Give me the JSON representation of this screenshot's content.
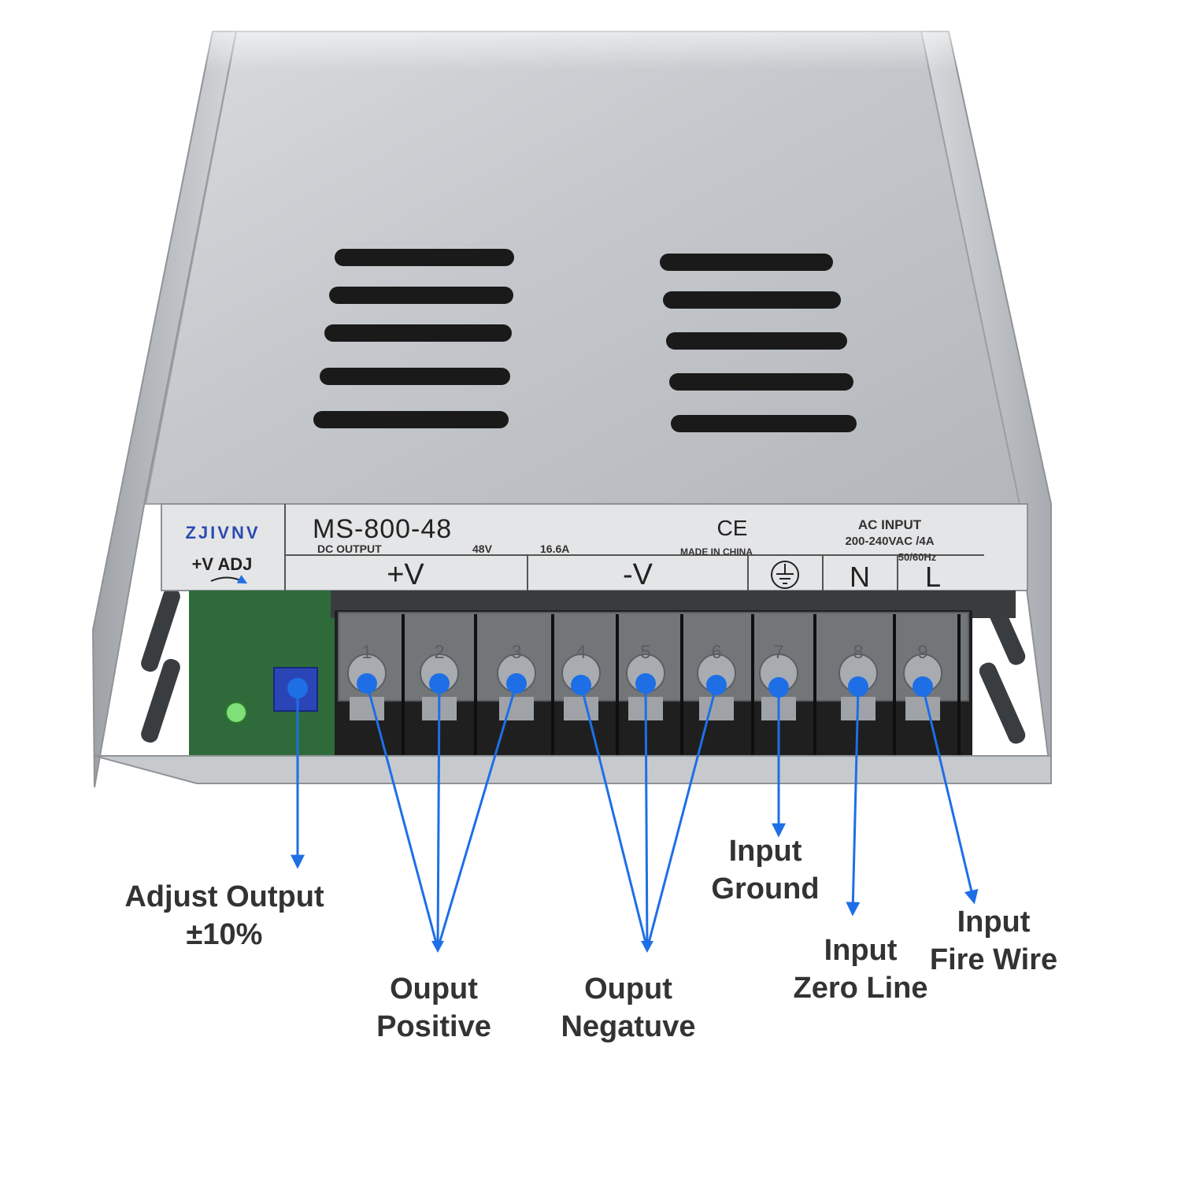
{
  "colors": {
    "accent": "#1e6fe6",
    "label_text": "#333333",
    "chassis": "#c9ccd1",
    "terminal_block": "#1f1f1f",
    "pcb": "#2f6b3a"
  },
  "label_plate": {
    "brand": "ZJIVNV",
    "model": "MS-800-48",
    "ce_mark": "CE",
    "dc_output": "DC  OUTPUT",
    "voltage": "48V",
    "current": "16.6A",
    "made_in": "MADE IN CHINA",
    "ac_input": "AC  INPUT",
    "input_range": "200-240VAC /4A",
    "frequency": "50/60Hz",
    "adj": "+V  ADJ",
    "pos_v": "+V",
    "neg_v": "-V",
    "ground_icon": "ground-icon",
    "n": "N",
    "l": "L"
  },
  "terminals": [
    "1",
    "2",
    "3",
    "4",
    "5",
    "6",
    "7",
    "8",
    "9"
  ],
  "callouts": {
    "adjust": {
      "line1": "Adjust Output",
      "line2": "±10%"
    },
    "positive": {
      "line1": "Ouput",
      "line2": "Positive"
    },
    "negative": {
      "line1": "Ouput",
      "line2": "Negatuve"
    },
    "ground": {
      "line1": "Input",
      "line2": "Ground"
    },
    "zero": {
      "line1": "Input",
      "line2": "Zero Line"
    },
    "fire": {
      "line1": "Input",
      "line2": "Fire Wire"
    }
  }
}
